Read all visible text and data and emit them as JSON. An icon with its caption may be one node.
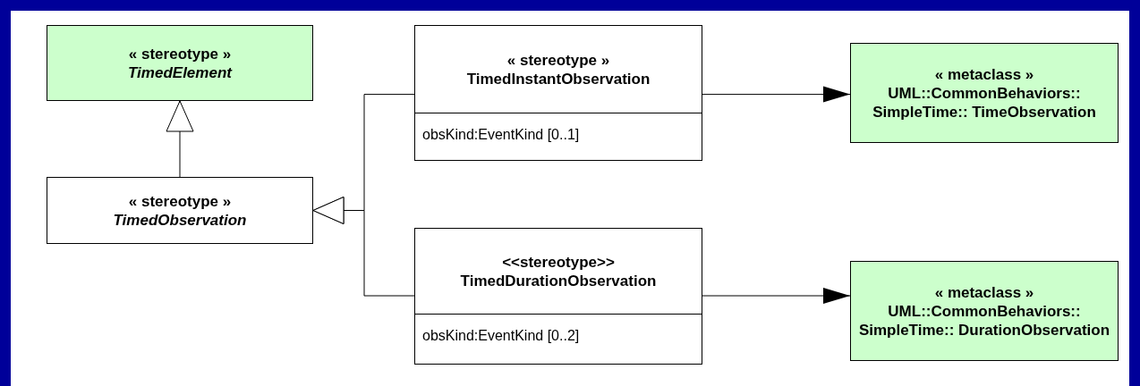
{
  "diagram": {
    "nodes": [
      {
        "text": [
          "« stereotype »",
          "TimedElement"
        ]
      },
      {
        "text": [
          "« stereotype »",
          "TimedObservation"
        ]
      },
      {
        "text": [
          "« stereotype »",
          "TimedInstantObservation",
          "obsKind:EventKind [0..1]"
        ]
      },
      {
        "text": [
          "<<stereotype>>",
          "TimedDurationObservation",
          "obsKind:EventKind [0..2]"
        ]
      },
      {
        "text": [
          "« metaclass »",
          "UML::CommonBehaviors:: SimpleTime:: TimeObservation"
        ]
      },
      {
        "text": [
          "« metaclass »",
          "UML::CommonBehaviors:: SimpleTime:: DurationObservation"
        ]
      }
    ],
    "edges": [
      {
        "from": 1,
        "to": 0,
        "arrow": "to"
      },
      {
        "from": 2,
        "to": 1,
        "arrow": "to"
      },
      {
        "from": 3,
        "to": 1,
        "arrow": "to"
      },
      {
        "from": 2,
        "to": 4,
        "arrow": "to"
      },
      {
        "from": 3,
        "to": 5,
        "arrow": "to"
      }
    ]
  }
}
